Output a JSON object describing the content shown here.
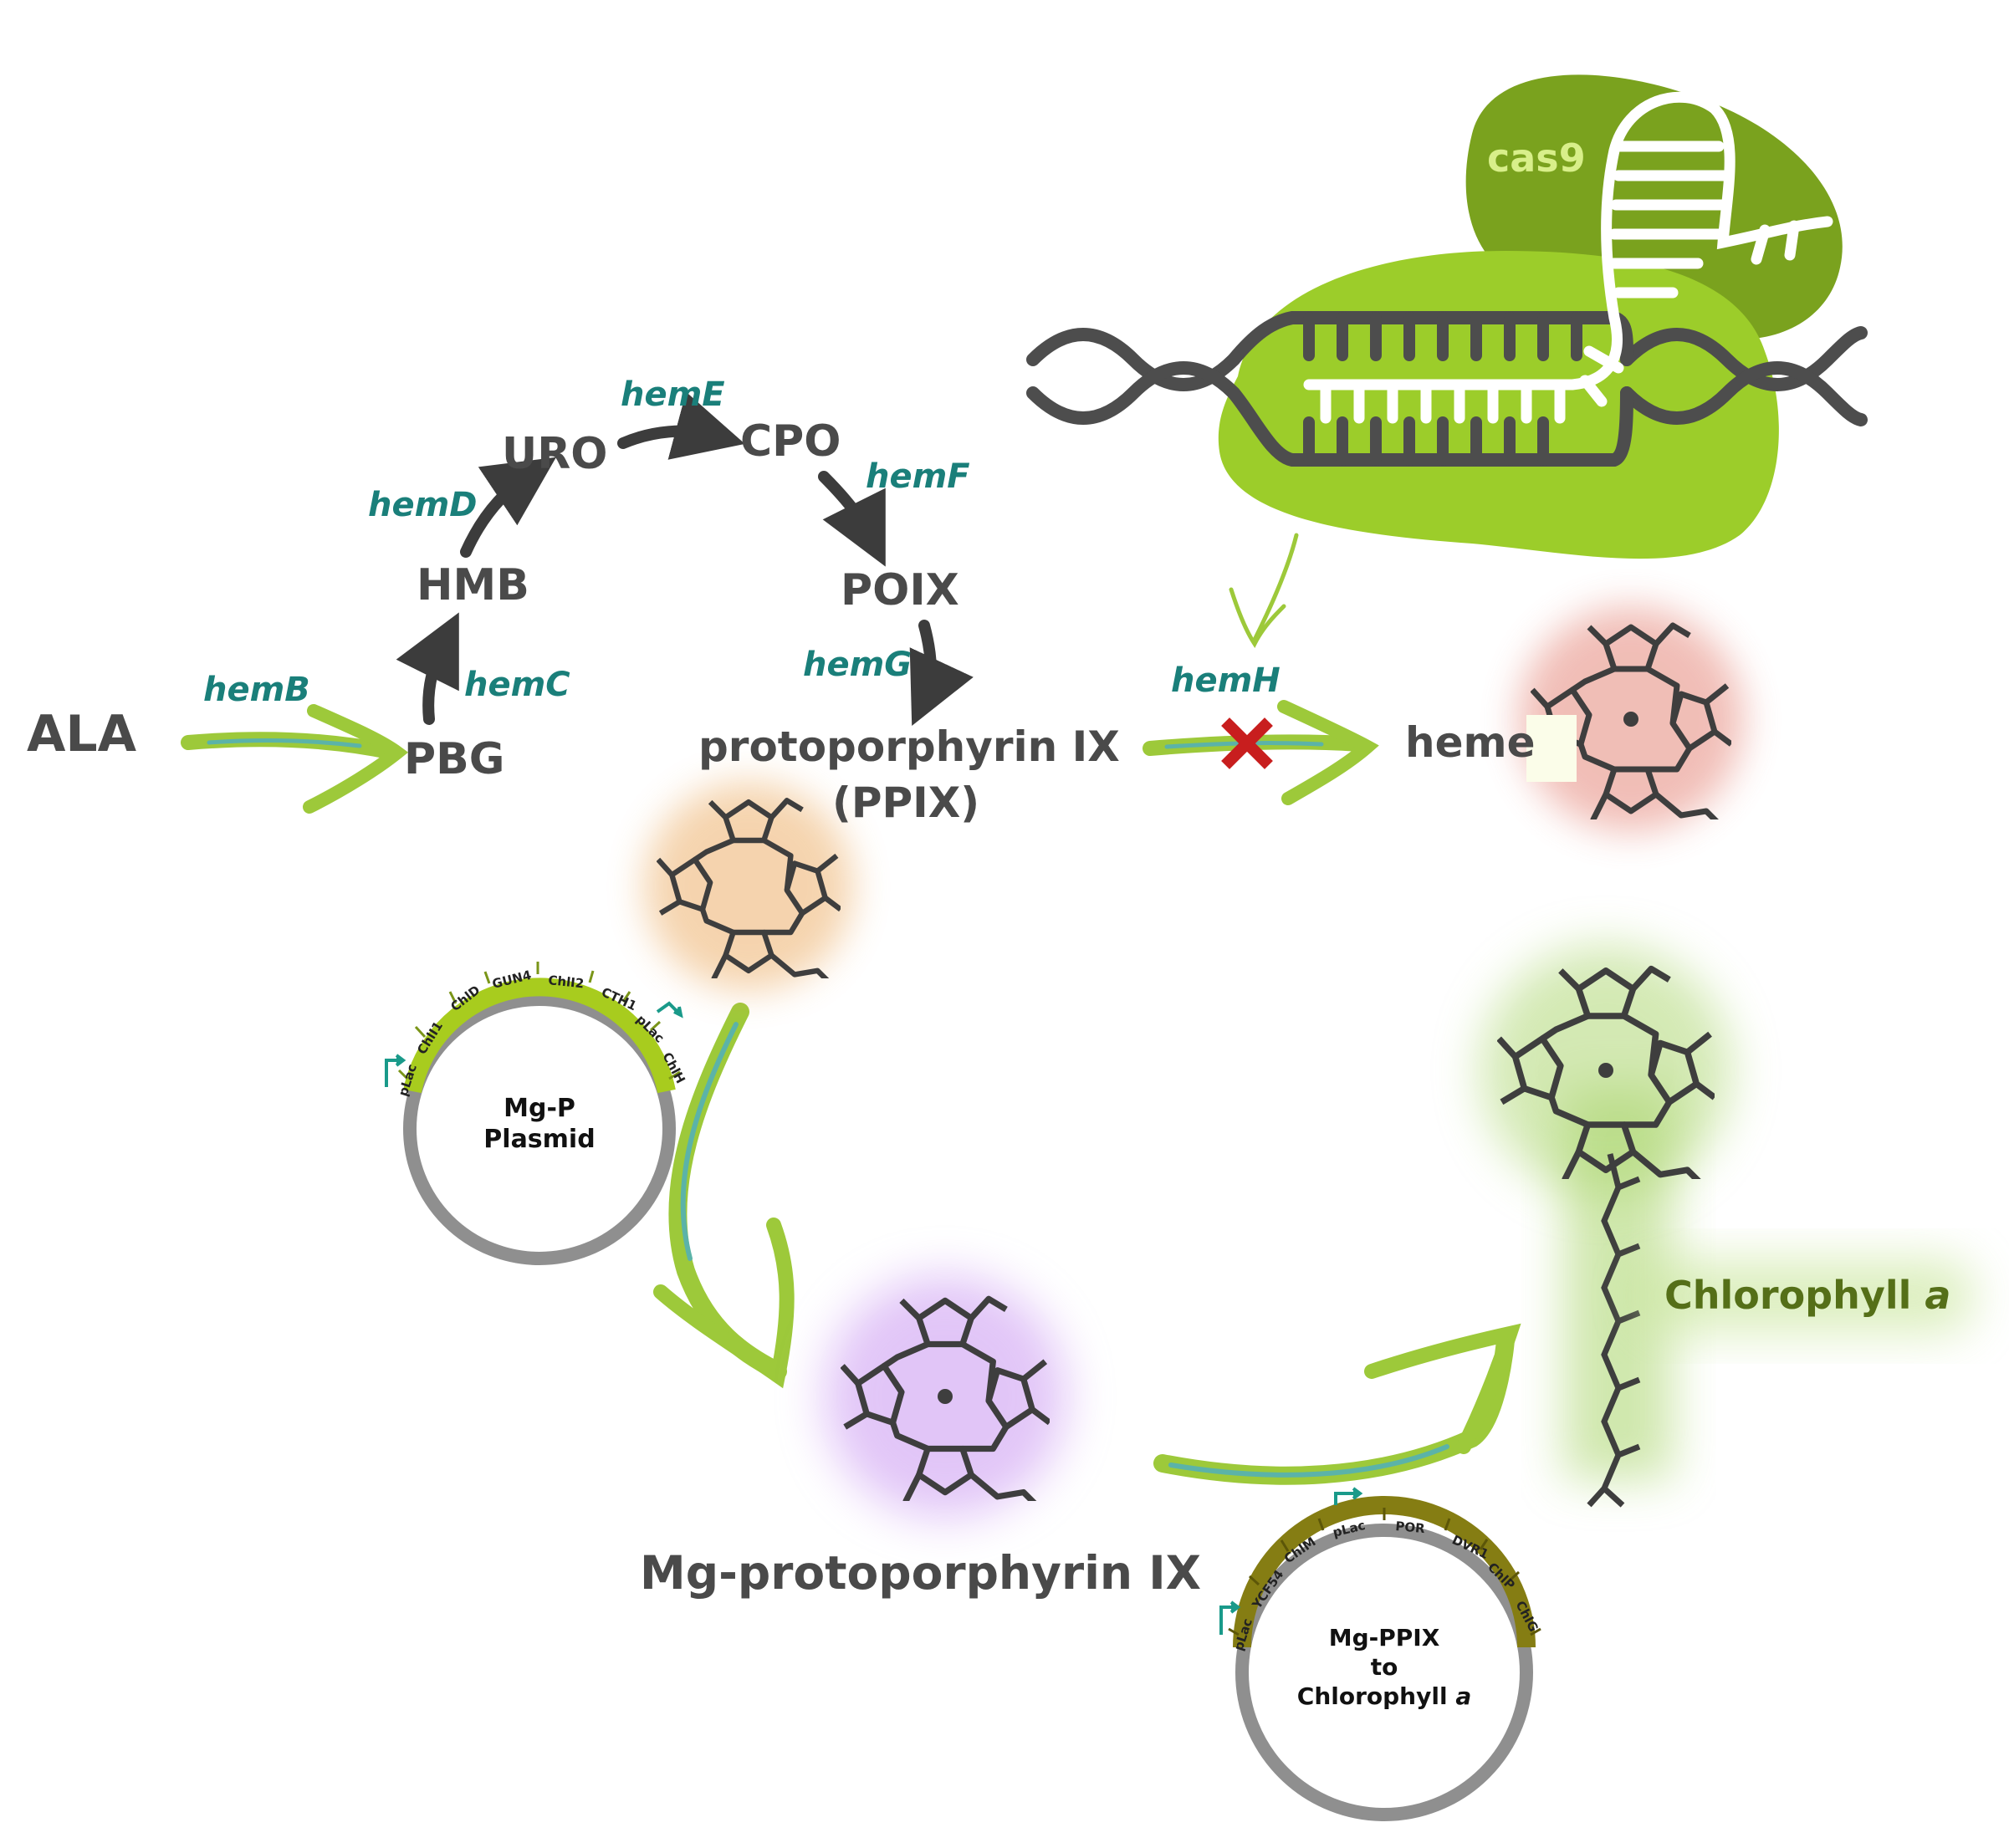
{
  "pathway": {
    "ALA": "ALA",
    "PBG": "PBG",
    "HMB": "HMB",
    "URO": "URO",
    "CPO": "CPO",
    "POIX": "POIX",
    "ppix_line1": "protoporphyrin IX",
    "ppix_line2": "(PPIX)",
    "heme": "heme",
    "mg_ppix": "Mg-protoporphyrin IX",
    "chl_text": "Chlorophyll ",
    "chl_italic": "a"
  },
  "enzymes": {
    "hemB": "hemB",
    "hemC": "hemC",
    "hemD": "hemD",
    "hemE": "hemE",
    "hemF": "hemF",
    "hemG": "hemG",
    "hemH": "hemH"
  },
  "cas9": {
    "label": "cas9"
  },
  "plasmid1": {
    "line1": "Mg-P",
    "line2": "Plasmid",
    "segments": [
      "pLac",
      "ChlI1",
      "ChlD",
      "GUN4",
      "ChlI2",
      "CTH1",
      "pLac",
      "ChlH"
    ]
  },
  "plasmid2": {
    "line1": "Mg-PPIX",
    "line2": "to",
    "line3": "Chlorophyll ",
    "line3_italic": "a",
    "segments": [
      "pLac",
      "YCF54",
      "ChlM",
      "pLac",
      "POR",
      "DVR1",
      "ChlP",
      "ChlG"
    ]
  },
  "colors": {
    "green_arrow": "#9dc93a",
    "teal_text": "#1a7f7a",
    "dark_text": "#4a4a4a",
    "cas9_light": "#9ccd2a",
    "cas9_dark": "#7aa21e",
    "heme_glow": "#e07060",
    "ppix_glow": "#e9a04d",
    "mgppix_glow": "#c48cf0",
    "chl_glow": "#a9d46a",
    "block_x": "#c81e1e"
  }
}
